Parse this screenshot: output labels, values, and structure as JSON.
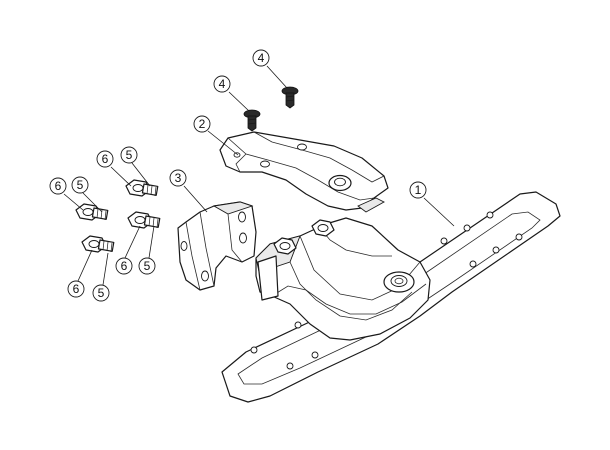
{
  "callouts": [
    {
      "id": "c1",
      "label": "1"
    },
    {
      "id": "c2",
      "label": "2"
    },
    {
      "id": "c3",
      "label": "3"
    },
    {
      "id": "c4a",
      "label": "4"
    },
    {
      "id": "c4b",
      "label": "4"
    },
    {
      "id": "c5a",
      "label": "5"
    },
    {
      "id": "c5b",
      "label": "5"
    },
    {
      "id": "c5c",
      "label": "5"
    },
    {
      "id": "c5d",
      "label": "5"
    },
    {
      "id": "c6a",
      "label": "6"
    },
    {
      "id": "c6b",
      "label": "6"
    },
    {
      "id": "c6c",
      "label": "6"
    },
    {
      "id": "c6d",
      "label": "6"
    }
  ]
}
